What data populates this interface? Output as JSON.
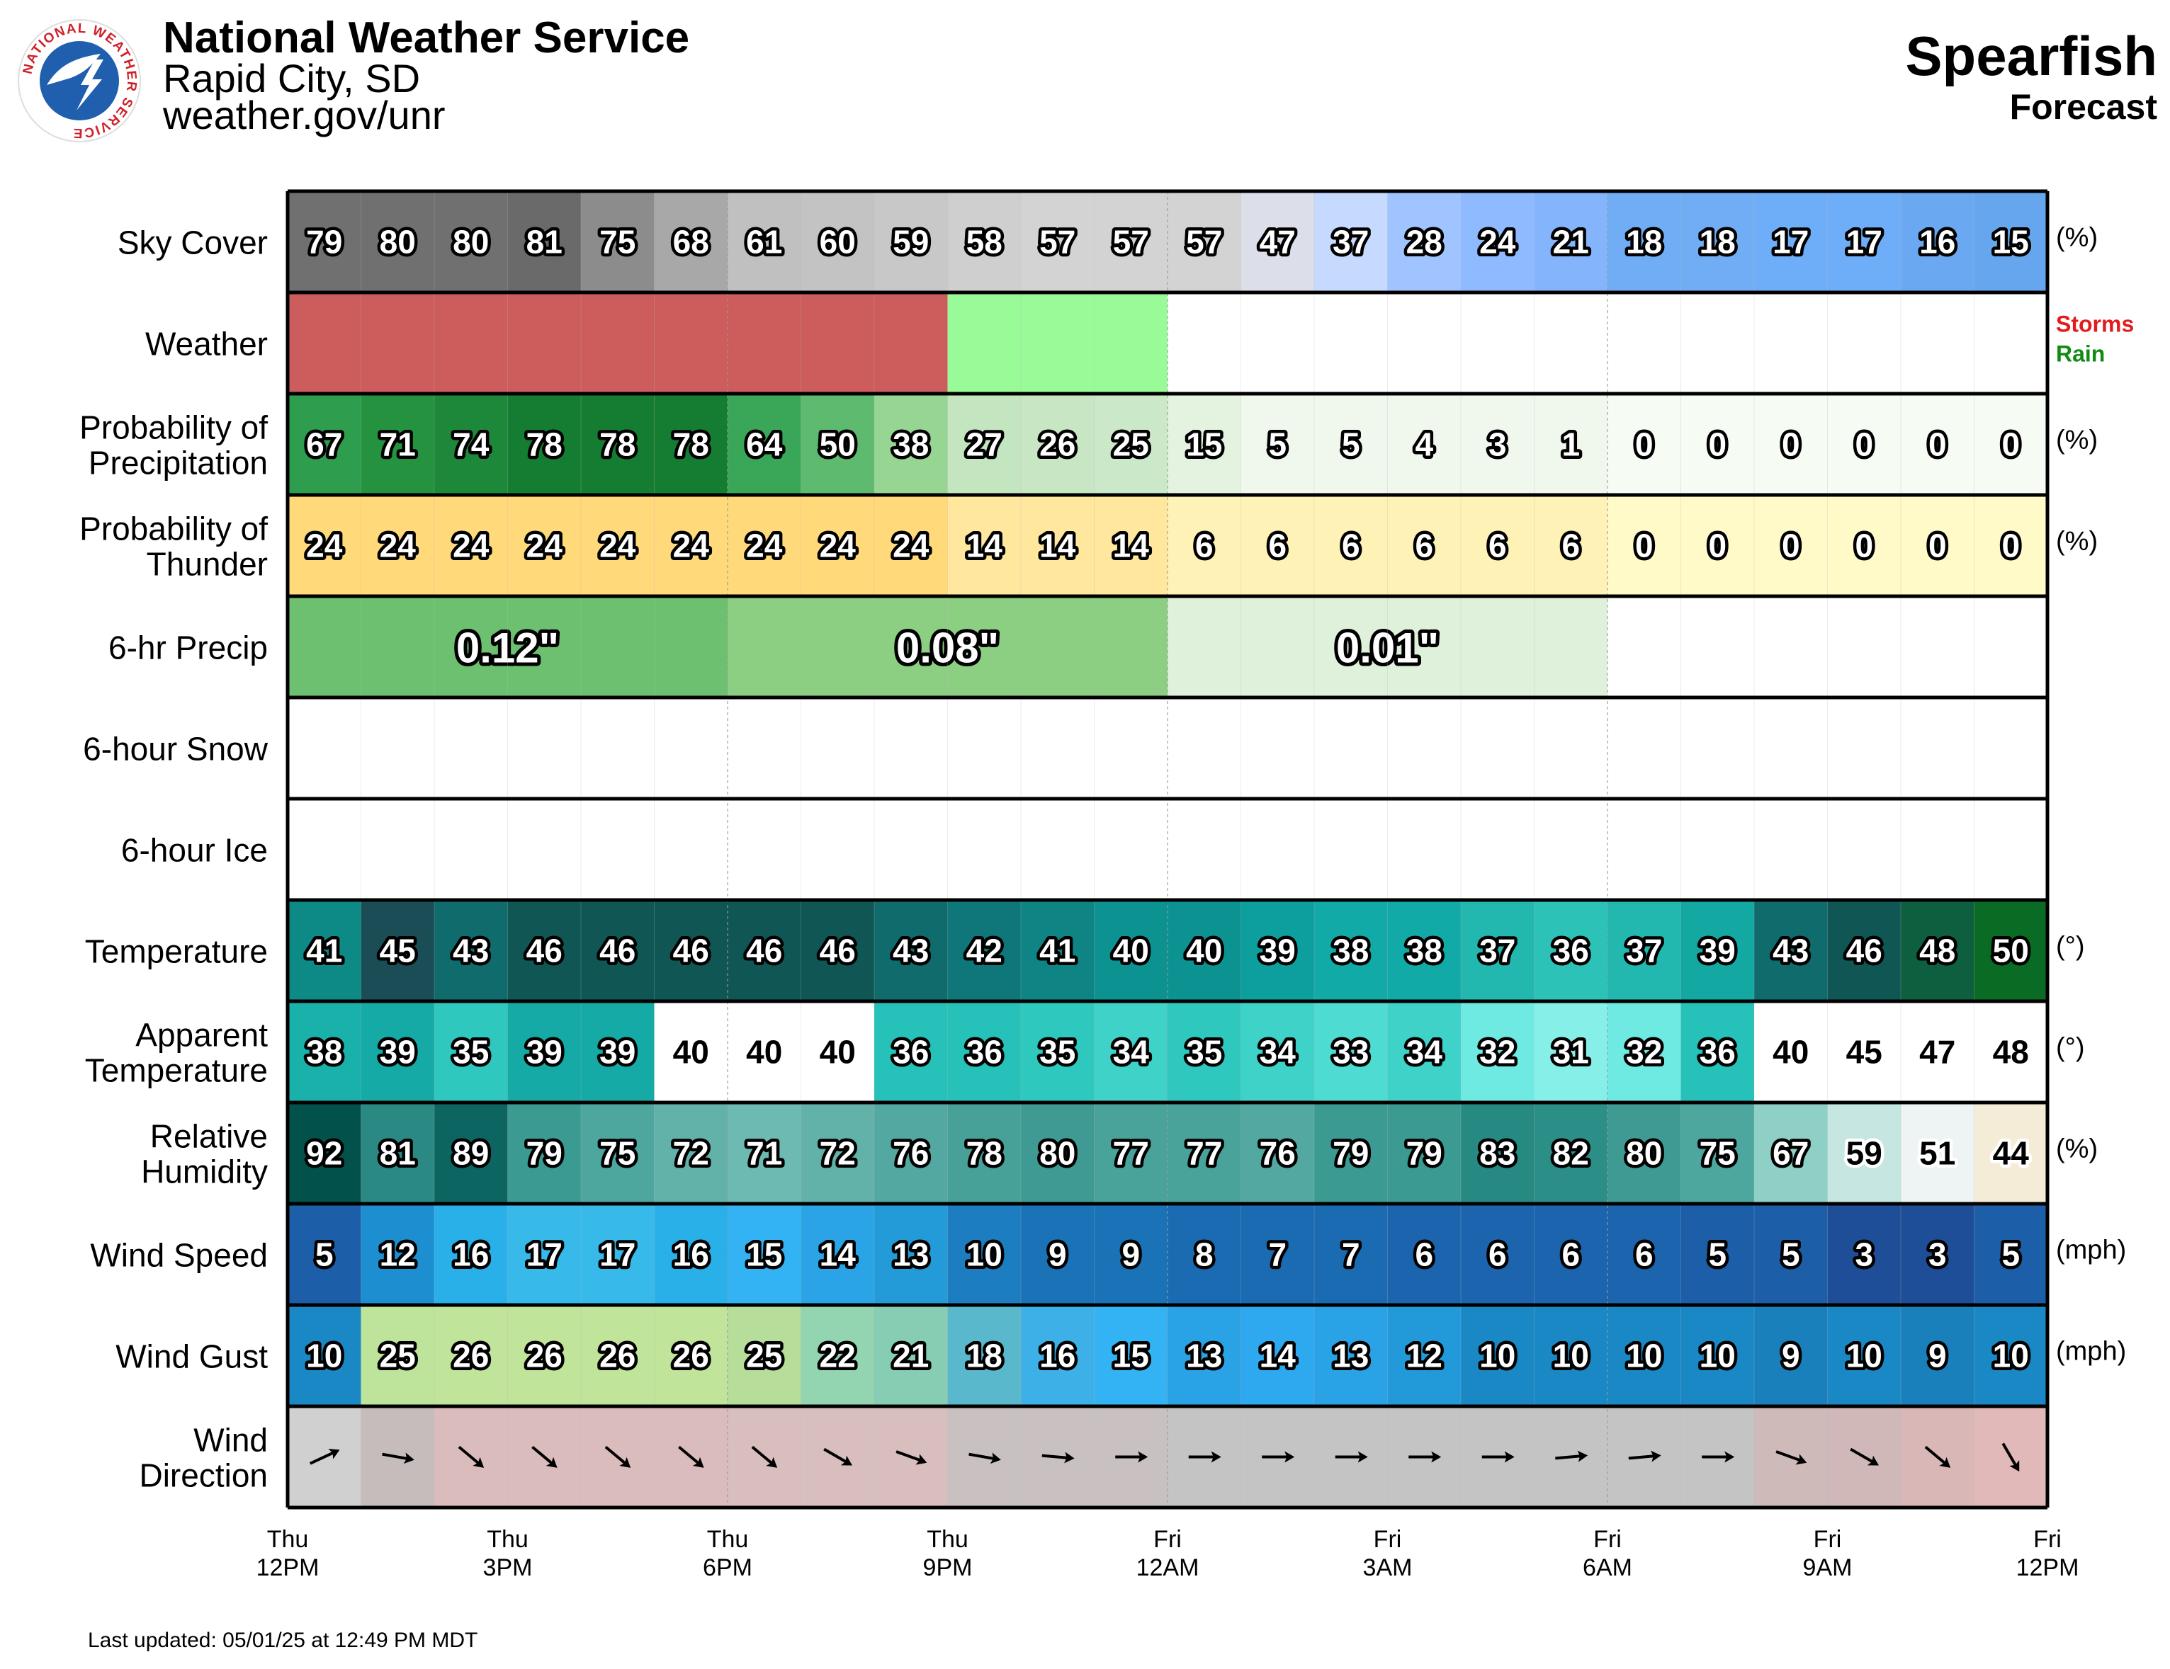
{
  "header": {
    "org": "National Weather Service",
    "office": "Rapid City, SD",
    "site": "weather.gov/unr",
    "location": "Spearfish",
    "product": "Forecast",
    "logo_text": "NATIONAL WEATHER SERVICE",
    "updated": "Last updated: 05/01/25 at 12:49 PM MDT"
  },
  "chart_data": {
    "type": "table",
    "columns": 24,
    "x_ticks": [
      {
        "day": "Thu",
        "time": "12PM",
        "col": 0
      },
      {
        "day": "Thu",
        "time": "3PM",
        "col": 3
      },
      {
        "day": "Thu",
        "time": "6PM",
        "col": 6
      },
      {
        "day": "Thu",
        "time": "9PM",
        "col": 9
      },
      {
        "day": "Fri",
        "time": "12AM",
        "col": 12
      },
      {
        "day": "Fri",
        "time": "3AM",
        "col": 15
      },
      {
        "day": "Fri",
        "time": "6AM",
        "col": 18
      },
      {
        "day": "Fri",
        "time": "9AM",
        "col": 21
      },
      {
        "day": "Fri",
        "time": "12PM",
        "col": 24
      }
    ],
    "rows": [
      {
        "key": "sky",
        "label": [
          "Sky Cover"
        ],
        "unit": "(%)",
        "values": [
          79,
          80,
          80,
          81,
          75,
          68,
          61,
          60,
          59,
          58,
          57,
          57,
          57,
          47,
          37,
          28,
          24,
          21,
          18,
          18,
          17,
          17,
          16,
          15
        ]
      },
      {
        "key": "weather",
        "label": [
          "Weather"
        ],
        "unit": "",
        "blocks": [
          {
            "start": 0,
            "end": 9,
            "type": "Storms",
            "color": "#cd5c5c"
          },
          {
            "start": 9,
            "end": 12,
            "type": "Rain",
            "color": "#98fb98"
          }
        ],
        "legend": [
          {
            "text": "Storms",
            "color": "#e41a1c"
          },
          {
            "text": "Rain",
            "color": "#138a13"
          }
        ]
      },
      {
        "key": "pop",
        "label": [
          "Probability of",
          "Precipitation"
        ],
        "unit": "(%)",
        "values": [
          67,
          71,
          74,
          78,
          78,
          78,
          64,
          50,
          38,
          27,
          26,
          25,
          15,
          5,
          5,
          4,
          3,
          1,
          0,
          0,
          0,
          0,
          0,
          0
        ]
      },
      {
        "key": "thunder",
        "label": [
          "Probability of",
          "Thunder"
        ],
        "unit": "(%)",
        "values": [
          24,
          24,
          24,
          24,
          24,
          24,
          24,
          24,
          24,
          14,
          14,
          14,
          6,
          6,
          6,
          6,
          6,
          6,
          0,
          0,
          0,
          0,
          0,
          0
        ]
      },
      {
        "key": "qpf",
        "label": [
          "6-hr Precip"
        ],
        "unit": "",
        "blocks": [
          {
            "start": 0,
            "end": 6,
            "text": "0.12\"",
            "value": 0.12
          },
          {
            "start": 6,
            "end": 12,
            "text": "0.08\"",
            "value": 0.08
          },
          {
            "start": 12,
            "end": 18,
            "text": "0.01\"",
            "value": 0.01
          }
        ]
      },
      {
        "key": "snow",
        "label": [
          "6-hour Snow"
        ],
        "unit": "",
        "blocks": []
      },
      {
        "key": "ice",
        "label": [
          "6-hour Ice"
        ],
        "unit": "",
        "blocks": []
      },
      {
        "key": "temp",
        "label": [
          "Temperature"
        ],
        "unit": "(°)",
        "values": [
          41,
          45,
          43,
          46,
          46,
          46,
          46,
          46,
          43,
          42,
          41,
          40,
          40,
          39,
          38,
          38,
          37,
          36,
          37,
          39,
          43,
          46,
          48,
          50
        ]
      },
      {
        "key": "apparent",
        "label": [
          "Apparent",
          "Temperature"
        ],
        "unit": "(°)",
        "values": [
          38,
          39,
          35,
          39,
          39,
          40,
          40,
          40,
          36,
          36,
          35,
          34,
          35,
          34,
          33,
          34,
          32,
          31,
          32,
          36,
          40,
          45,
          47,
          48
        ]
      },
      {
        "key": "rh",
        "label": [
          "Relative",
          "Humidity"
        ],
        "unit": "(%)",
        "values": [
          92,
          81,
          89,
          79,
          75,
          72,
          71,
          72,
          76,
          78,
          80,
          77,
          77,
          76,
          79,
          79,
          83,
          82,
          80,
          75,
          67,
          59,
          51,
          44
        ]
      },
      {
        "key": "wind",
        "label": [
          "Wind Speed"
        ],
        "unit": "(mph)",
        "values": [
          5,
          12,
          16,
          17,
          17,
          16,
          15,
          14,
          13,
          10,
          9,
          9,
          8,
          7,
          7,
          6,
          6,
          6,
          6,
          5,
          5,
          3,
          3,
          5
        ]
      },
      {
        "key": "gust",
        "label": [
          "Wind Gust"
        ],
        "unit": "(mph)",
        "values": [
          10,
          25,
          26,
          26,
          26,
          26,
          25,
          22,
          21,
          18,
          16,
          15,
          13,
          14,
          13,
          12,
          10,
          10,
          10,
          10,
          9,
          10,
          9,
          10
        ]
      },
      {
        "key": "wdir",
        "label": [
          "Wind",
          "Direction"
        ],
        "unit": "",
        "degrees": [
          245,
          280,
          310,
          310,
          310,
          310,
          310,
          300,
          290,
          280,
          275,
          270,
          270,
          270,
          270,
          270,
          270,
          265,
          265,
          270,
          290,
          300,
          310,
          330
        ],
        "colors": [
          "#d0d0d0",
          "#c6bcbc",
          "#dbbcbc",
          "#dbbcbc",
          "#dbbcbc",
          "#dbbcbc",
          "#d9bebe",
          "#d9bebe",
          "#d9bebe",
          "#c9c1c1",
          "#c9c1c1",
          "#c9c1c1",
          "#c4c4c4",
          "#c4c4c4",
          "#c4c4c4",
          "#c4c4c4",
          "#c4c4c4",
          "#c4c4c4",
          "#c4c4c4",
          "#c4c4c4",
          "#cfbaba",
          "#d1b8b8",
          "#dab7b7",
          "#e1b9b9"
        ]
      }
    ]
  },
  "colors": {
    "sky": [
      "#707070",
      "#707070",
      "#707070",
      "#6a6a6a",
      "#8c8c8c",
      "#a8a8a8",
      "#c0c0c0",
      "#c3c3c3",
      "#c8c8c8",
      "#cfcfcf",
      "#d3d3d3",
      "#d3d3d3",
      "#d3d3d3",
      "#dcdfe9",
      "#c6d9ff",
      "#a0c4ff",
      "#8fbaff",
      "#84b4fb",
      "#70adf5",
      "#70adf5",
      "#6eadf7",
      "#6eadf7",
      "#6aa9f2",
      "#65a6ee"
    ],
    "pop": [
      "#2e9d4d",
      "#24923f",
      "#1d8839",
      "#157d31",
      "#157d31",
      "#157d31",
      "#3aa758",
      "#5dba6f",
      "#96d592",
      "#c3e5c0",
      "#c8e6c4",
      "#cbe8c8",
      "#e3f3df",
      "#f0f8ee",
      "#f0f8ee",
      "#f0f8ee",
      "#f0f8ee",
      "#f0f8ee",
      "#f6fbf4",
      "#f6fbf4",
      "#f6fbf4",
      "#f6fbf4",
      "#f6fbf4",
      "#f6fbf4"
    ],
    "thunder": [
      "#ffd97a",
      "#ffd97a",
      "#ffd97a",
      "#ffd97a",
      "#ffd97a",
      "#ffd97a",
      "#ffd97a",
      "#ffd97a",
      "#ffd97a",
      "#ffe79e",
      "#ffe79e",
      "#ffe79e",
      "#fff2b6",
      "#fff2b6",
      "#fff2b6",
      "#fff2b6",
      "#fff2b6",
      "#fff2b6",
      "#fffac8",
      "#fffac8",
      "#fffac8",
      "#fffac8",
      "#fffac8",
      "#fffac8"
    ],
    "qpf": [
      "#6cc070",
      "#8ccf83",
      "#dff1da"
    ],
    "temp": [
      "#0e8a86",
      "#1a4d55",
      "#0f6b6c",
      "#0f5654",
      "#0f5654",
      "#0f5654",
      "#0f5654",
      "#0f5654",
      "#0f6b6c",
      "#0f7779",
      "#0e8584",
      "#0c9391",
      "#0c9391",
      "#0c9f9d",
      "#12aaa6",
      "#12aaa6",
      "#22b8b0",
      "#2cc2b8",
      "#22b8b0",
      "#14a8a2",
      "#0f6b6c",
      "#0f5654",
      "#0e5f3f",
      "#0a6b25"
    ],
    "apparent": [
      "#1ab1aa",
      "#15aaa5",
      "#2ec8bf",
      "#15aaa5",
      "#15aaa5",
      "#ffffff",
      "#ffffff",
      "#ffffff",
      "#26c1b8",
      "#26c1b8",
      "#2ec8bf",
      "#3ed2c8",
      "#2ec8bf",
      "#3ed2c8",
      "#4edbd1",
      "#3ed2c8",
      "#6eeae2",
      "#86efe8",
      "#6eeae2",
      "#26c1b8",
      "#ffffff",
      "#ffffff",
      "#ffffff",
      "#ffffff"
    ],
    "rh": [
      "#02514b",
      "#2a8a83",
      "#0c6560",
      "#3b9a92",
      "#4ea79f",
      "#62b2aa",
      "#6cbab2",
      "#62b2aa",
      "#53a9a1",
      "#47a199",
      "#3e9a92",
      "#4aa39b",
      "#4aa39b",
      "#53a9a1",
      "#3b9a92",
      "#3b9a92",
      "#268a82",
      "#2b8f87",
      "#3e9a92",
      "#4ea79f",
      "#8fd0c6",
      "#c6e6e1",
      "#eef3f3",
      "#f5ecd8"
    ],
    "wind": [
      "#1d5ea8",
      "#1d8fd1",
      "#2ab0e8",
      "#37b9ea",
      "#37b9ea",
      "#2ab0e8",
      "#33b3f4",
      "#2aa4e6",
      "#229bd8",
      "#1c7dc0",
      "#1a72b7",
      "#1a72b7",
      "#1b6bb2",
      "#1b6bb2",
      "#1b6bb2",
      "#1c64ad",
      "#1c64ad",
      "#1c64ad",
      "#1c64ad",
      "#1d5ea8",
      "#1d5ea8",
      "#1e4e98",
      "#1e4e98",
      "#1d5ea8"
    ],
    "gust": [
      "#1a88c5",
      "#bde49a",
      "#c0e49a",
      "#c0e49a",
      "#c0e49a",
      "#c0e49a",
      "#b6dd9a",
      "#93d4b1",
      "#86cdb3",
      "#59b8cc",
      "#3db0e8",
      "#33b3f4",
      "#2aa3e6",
      "#2ea8ef",
      "#2aa3e6",
      "#229ad9",
      "#1a88c5",
      "#1a88c5",
      "#1a88c5",
      "#1a88c5",
      "#1a80bc",
      "#1a88c5",
      "#1a80bc",
      "#1a88c5"
    ],
    "light_text_cols": {
      "apparent": [
        5,
        6,
        7,
        20,
        21,
        22,
        23
      ],
      "rh": [
        21,
        22,
        23
      ]
    }
  }
}
